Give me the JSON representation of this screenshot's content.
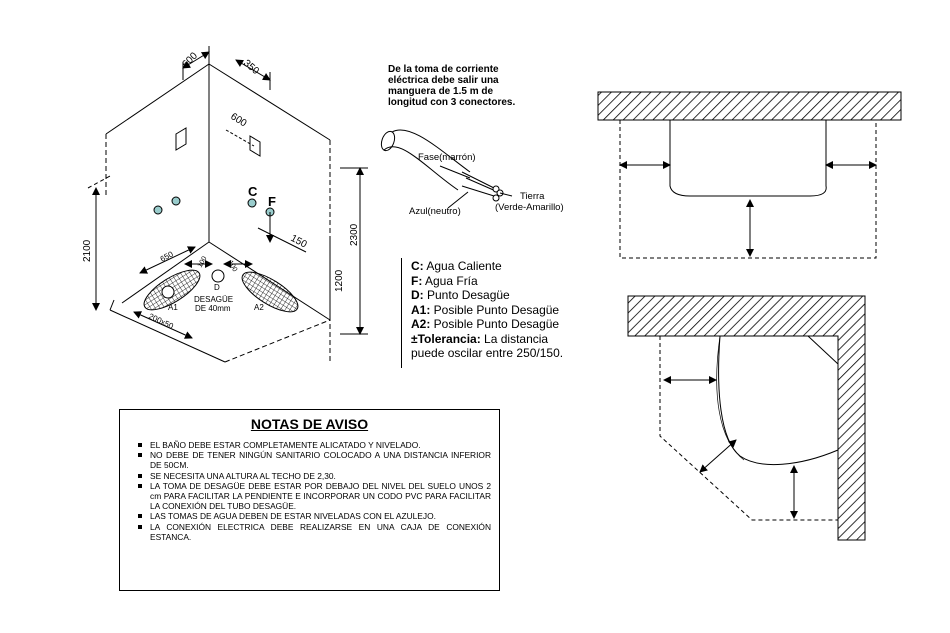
{
  "dimensions": {
    "d600_top": "600",
    "d350_top": "350",
    "d600_right": "600",
    "d2100": "2100",
    "d2300": "2300",
    "d1200": "1200",
    "d150": "150",
    "d650": "650",
    "d100_left": "100",
    "d100_right": "100",
    "d200x50": "200x50"
  },
  "labels": {
    "c": "C",
    "f": "F",
    "d": "D",
    "a1": "A1",
    "a2": "A2",
    "desague_line1": "DESAGÜE",
    "desague_line2": "DE 40mm"
  },
  "cable": {
    "note_line1": "De la toma de corriente",
    "note_line2": "eléctrica debe salir una",
    "note_line3": "manguera de 1.5 m de",
    "note_line4": "longitud con 3 conectores.",
    "fase": "Fase(marrón)",
    "azul": "Azul(neutro)",
    "tierra_line1": "Tierra",
    "tierra_line2": "(Verde-Amarillo)"
  },
  "legend": {
    "c_key": "C:",
    "c_text": " Agua Caliente",
    "f_key": "F:",
    "f_text": " Agua Fría",
    "d_key": "D:",
    "d_text": " Punto Desagüe",
    "a1_key": "A1:",
    "a1_text": " Posible Punto Desagüe",
    "a2_key": "A2:",
    "a2_text": " Posible Punto Desagüe",
    "tol_key": "±Tolerancia:",
    "tol_text": " La distancia",
    "tol_line2": "puede oscilar entre 250/150."
  },
  "notes": {
    "title": "NOTAS DE AVISO",
    "items": [
      "EL BAÑO DEBE ESTAR COMPLETAMENTE ALICATADO Y NIVELADO.",
      "NO DEBE DE TENER NINGÚN SANITARIO COLOCADO A UNA DISTANCIA INFERIOR DE 50CM.",
      "SE NECESITA UNA ALTURA AL TECHO DE 2,30.",
      "LA TOMA DE DESAGÜE DEBE ESTAR POR DEBAJO DEL NIVEL DEL SUELO UNOS 2 cm PARA FACILITAR LA PENDIENTE E INCORPORAR UN CODO PVC PARA FACILITAR LA CONEXIÓN DEL TUBO DESAGÜE.",
      "LAS TOMAS DE AGUA DEBEN DE ESTAR NIVELADAS CON EL AZULEJO.",
      "LA CONEXIÓN ELECTRICA DEBE REALIZARSE EN UNA CAJA DE CONEXIÓN ESTANCA."
    ]
  },
  "colors": {
    "line": "#000000",
    "hatch": "#000000",
    "background": "#ffffff"
  }
}
